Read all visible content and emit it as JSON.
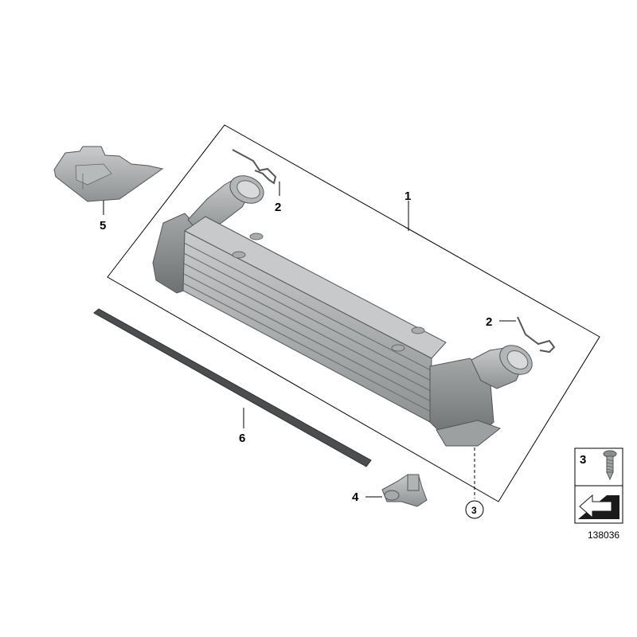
{
  "callouts": {
    "intercooler": "1",
    "clip_top": "2",
    "clip_right": "2",
    "screw_circled": "3",
    "bracket": "4",
    "cover_plate": "5",
    "seal_strip": "6"
  },
  "legend": {
    "screw_number": "3"
  },
  "reference_number": "138036"
}
